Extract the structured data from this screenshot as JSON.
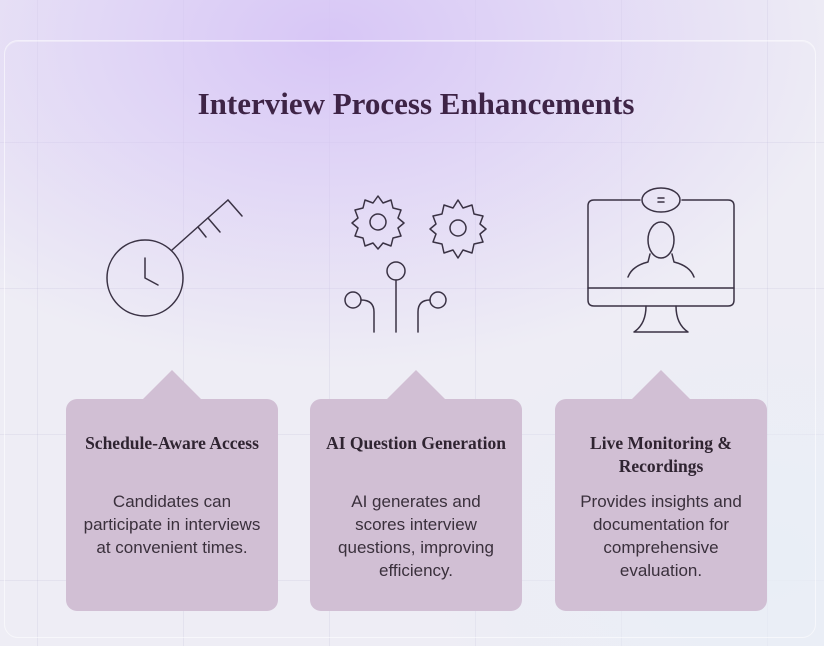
{
  "title": "Interview Process Enhancements",
  "colors": {
    "card_background": "#d1bfd4",
    "title_text": "#3e2446",
    "icon_stroke": "#3a3244"
  },
  "cards": [
    {
      "icon": "clock-key-icon",
      "title": "Schedule-Aware Access",
      "description": "Candidates can participate in interviews at convenient times."
    },
    {
      "icon": "gears-circuit-icon",
      "title": "AI Question Generation",
      "description": "AI generates and scores interview questions, improving efficiency."
    },
    {
      "icon": "monitor-person-icon",
      "title": "Live Monitoring & Recordings",
      "description": "Provides insights and documentation for comprehensive evaluation."
    }
  ]
}
